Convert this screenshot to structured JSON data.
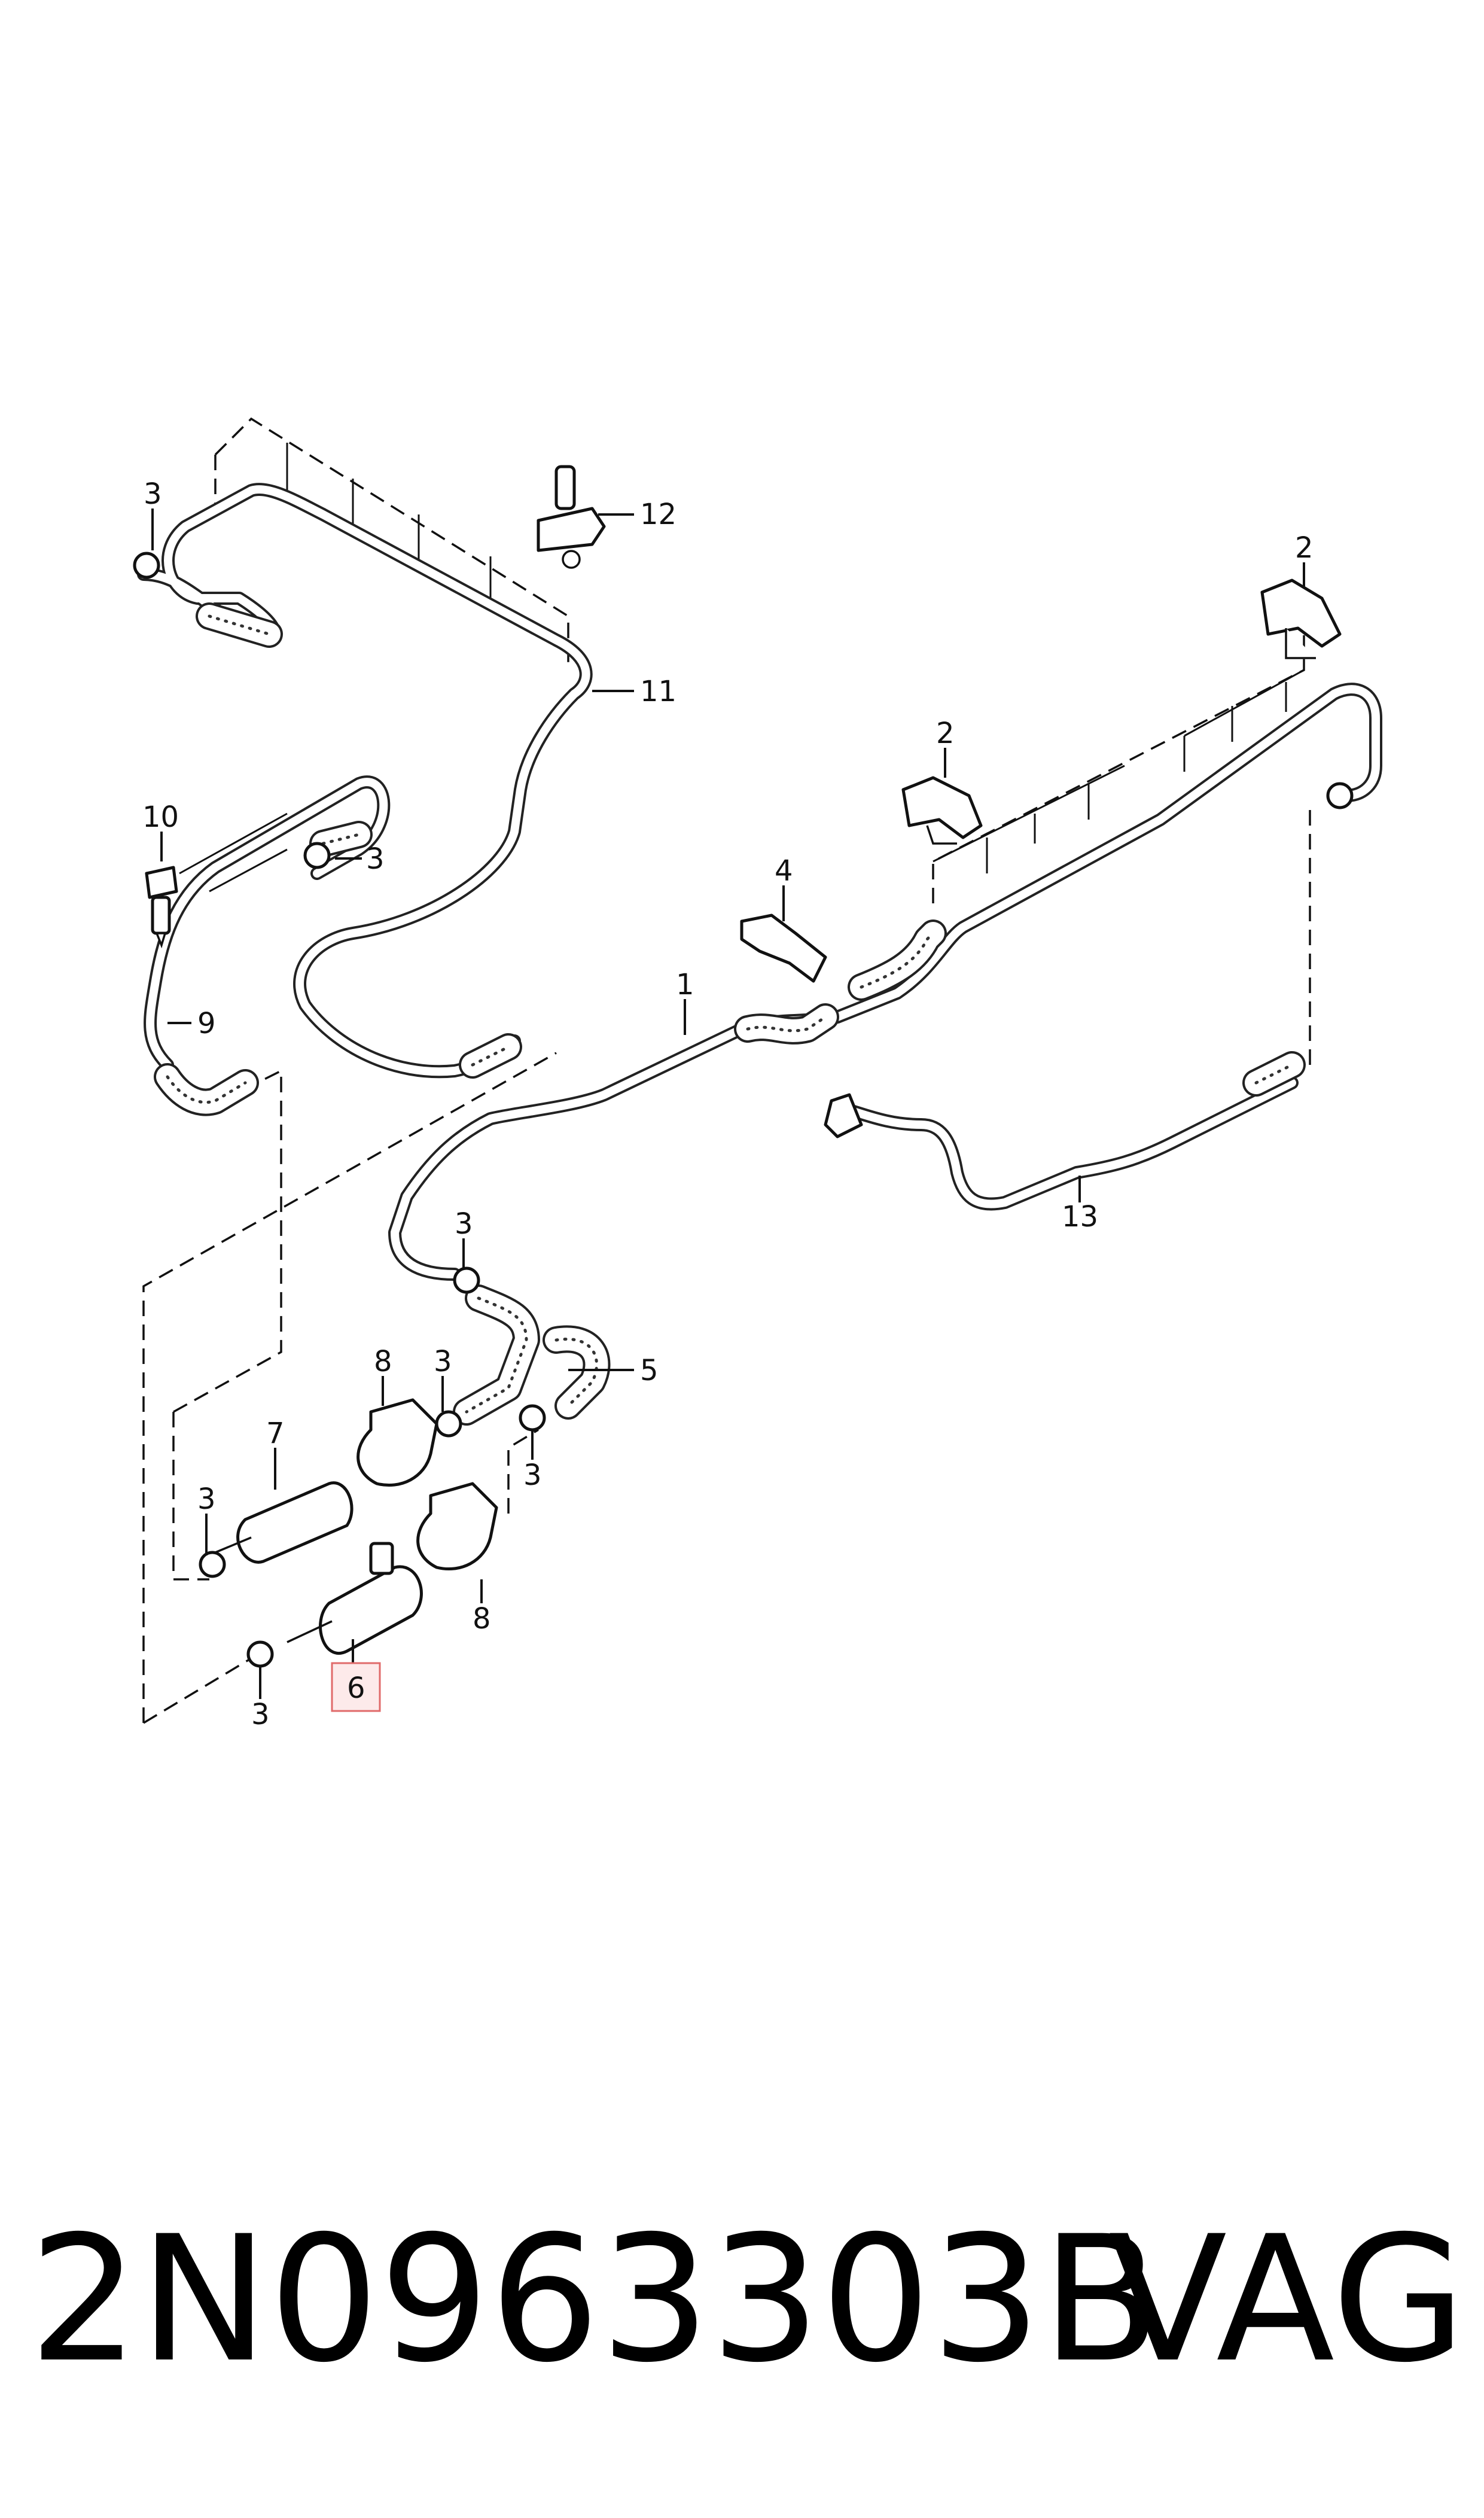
{
  "diagram": {
    "callouts": {
      "c1": "1",
      "c2a": "2",
      "c2b": "2",
      "c3a": "3",
      "c3b": "3",
      "c3c": "3",
      "c3d": "3",
      "c3e": "3",
      "c3f": "3",
      "c3g": "3",
      "c4": "4",
      "c5": "5",
      "c6": "6",
      "c7": "7",
      "c8a": "8",
      "c8b": "8",
      "c9": "9",
      "c10": "10",
      "c11": "11",
      "c12": "12",
      "c13": "13"
    },
    "highlighted_callout": "6",
    "highlight_color": "#e06a6a"
  },
  "footer": {
    "part_number": "2N0963303B",
    "brand": "VAG"
  }
}
